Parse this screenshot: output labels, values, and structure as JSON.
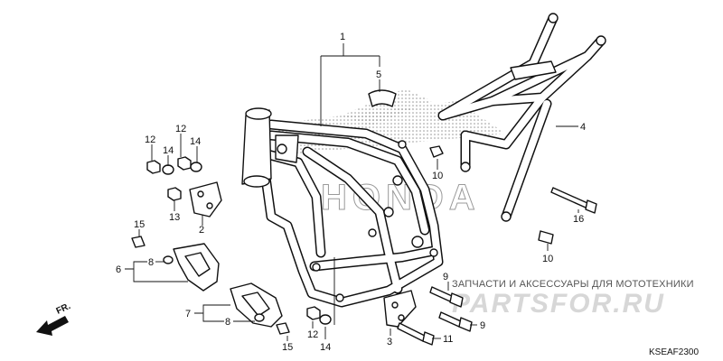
{
  "diagram": {
    "code": "KSEAF2300",
    "front_indicator": "FR.",
    "brand_logo": "HONDA",
    "watermark": {
      "line1": "ЗАПЧАСТИ И АКСЕССУАРЫ ДЛЯ МОТОТЕХНИКИ",
      "line2": "PARTSFOR.RU"
    },
    "callouts": {
      "c1": "1",
      "c5": "5",
      "c4": "4",
      "c12a": "12",
      "c14a": "14",
      "c12b": "12",
      "c14b": "14",
      "c13": "13",
      "c2": "2",
      "c10a": "10",
      "c16": "16",
      "c15a": "15",
      "c6": "6",
      "c8a": "8",
      "c10b": "10",
      "c7": "7",
      "c8b": "8",
      "c9a": "9",
      "c9b": "9",
      "c3": "3",
      "c11": "11",
      "c12c": "12",
      "c14c": "14",
      "c15b": "15"
    }
  }
}
